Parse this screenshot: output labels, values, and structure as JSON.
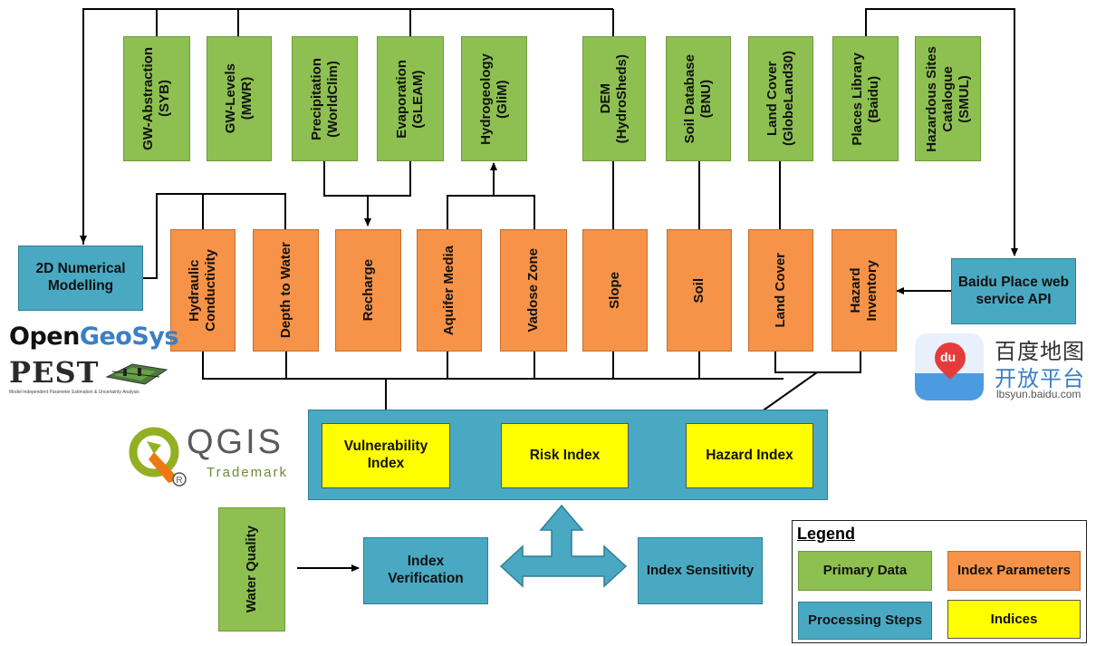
{
  "primary_data": {
    "gw_abstraction": "GW-Abstraction\n(SYB)",
    "gw_levels": "GW-Levels\n(MWR)",
    "precipitation": "Precipitation\n(WorldClim)",
    "evaporation": "Evaporation\n(GLEAM)",
    "hydrogeology": "Hydrogeology\n(GliM)",
    "dem": "DEM\n(HydroSheds)",
    "soil_database": "Soil Database\n(BNU)",
    "land_cover": "Land Cover\n(GlobeLand30)",
    "places_library": "Places Library\n(Baidu)",
    "hazardous_sites": "Hazardous Sites\nCatalogue\n(SMUL)",
    "water_quality": "Water Quality"
  },
  "index_parameters": {
    "hydraulic_conductivity": "Hydraulic\nConductivity",
    "depth_to_water": "Depth to Water",
    "recharge": "Recharge",
    "aquifer_media": "Aquifer Media",
    "vadose_zone": "Vadose Zone",
    "slope": "Slope",
    "soil": "Soil",
    "land_cover": "Land Cover",
    "hazard_inventory": "Hazard\nInventory"
  },
  "processing_steps": {
    "numerical_modelling": "2D Numerical\nModelling",
    "baidu_api": "Baidu Place web\nservice API",
    "index_verification": "Index\nVerification",
    "index_sensitivity": "Index Sensitivity"
  },
  "indices": {
    "vulnerability": "Vulnerability\nIndex",
    "risk": "Risk Index",
    "hazard": "Hazard Index"
  },
  "legend": {
    "title": "Legend",
    "primary_data": "Primary Data",
    "index_parameters": "Index Parameters",
    "processing_steps": "Processing Steps",
    "indices": "Indices"
  },
  "logos": {
    "opengeosys_open": "Open",
    "opengeosys_geosys": "GeoSys",
    "pest": "PEST",
    "pest_tagline": "Model-Independent Parameter Estimation & Uncertainty Analysis",
    "qgis": "QGIS",
    "qgis_trademark": "Trademark",
    "baidu_cn_line1": "百度地图",
    "baidu_cn_line2": "开放平台",
    "baidu_url": "lbsyun.baidu.com",
    "baidu_icon_text": "du"
  },
  "colors": {
    "primary_data": "#8dc050",
    "index_parameters": "#f69348",
    "processing_steps": "#49a9c2",
    "indices": "#ffff00",
    "opengeosys_blue": "#3a7fc4"
  }
}
